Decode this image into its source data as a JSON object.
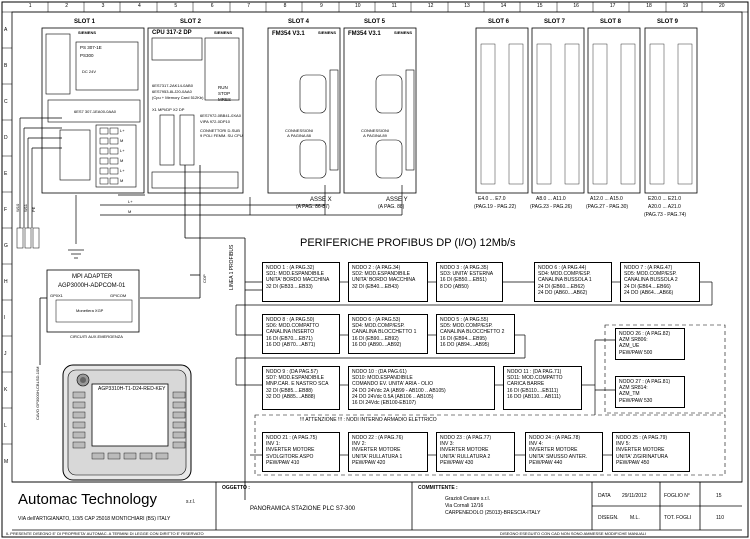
{
  "columns": [
    "1",
    "2",
    "3",
    "4",
    "5",
    "6",
    "7",
    "8",
    "9",
    "10",
    "11",
    "12",
    "13",
    "14",
    "15",
    "16",
    "17",
    "18",
    "19",
    "20"
  ],
  "rows": [
    "A",
    "B",
    "C",
    "D",
    "E",
    "F",
    "G",
    "H",
    "I",
    "J",
    "K",
    "L",
    "M"
  ],
  "slots": {
    "slot1": {
      "title": "SLOT 1",
      "brand": "SIEMENS",
      "model": "PS 307-1E",
      "psu": "PS300",
      "dc": "DC 24V",
      "code": "6ES7 307-1EA00-0AA0"
    },
    "slot2": {
      "title": "SLOT 2",
      "cpu": "CPU 317-2 DP",
      "brand": "SIEMENS",
      "code1": "6ES7317-2AK14-0AB0",
      "code2": "6ES7953-8LJ20-0AA0",
      "mem": "(Cpu + Memory Card 512Kb)",
      "run": "RUN",
      "stop": "STOP",
      "mres": "MRES",
      "x1": "X1 MPI/DP X2 DP",
      "conn_code": "6ES7972-0BB41-0XA0",
      "vipa": "VIPA 972-0DP10",
      "conn_label": "CONNETTORI D-SUB\n9 POLI FEMM. SU CPU"
    },
    "slot4": {
      "title": "SLOT 4",
      "module": "FM354 V3.1",
      "brand": "SIEMENS",
      "conn": "CONNESSIONI\nA PAGINA 88",
      "axis": "ASSE X",
      "axis_page": "(A PAG. 86-87)"
    },
    "slot5": {
      "title": "SLOT 5",
      "module": "FM354 V3.1",
      "brand": "SIEMENS",
      "conn": "CONNESSIONI\nA PAGINA 89",
      "axis": "ASSE Y",
      "axis_page": "(A PAG. 88)"
    },
    "slot6": {
      "title": "SLOT 6",
      "range": "E4.0 ... E7.0",
      "pages": "(PAG.19 - PAG.22)"
    },
    "slot7": {
      "title": "SLOT 7",
      "range": "A8.0 ... A11.0",
      "pages": "(PAG.23 - PAG.26)"
    },
    "slot8": {
      "title": "SLOT 8",
      "range": "A12.0 ... A15.0",
      "pages": "(PAG.27 - PAG.30)"
    },
    "slot9": {
      "title": "SLOT 9",
      "range": "E20.0 ... E21.0",
      "range2": "A20.0 ... A21.0",
      "pages": "(PAG.73 - PAG.74)"
    }
  },
  "profibus_title": "PERIFERICHE PROFIBUS DP (I/O) 12Mb/s",
  "linea_label": "LINEA 1 PROFIBUS",
  "mpi": {
    "title": "MPI ADAPTER",
    "model": "AGP3000H-ADPCOM-01",
    "left_port": "GP0X1",
    "right_port": "GPICOM",
    "cable": "Monetlera XGP",
    "aux": "CIRCUITI AUX.EMERGENZA",
    "cop": "COP"
  },
  "hmi": {
    "model": "AGP3310H-T1-D24-RED-KEY",
    "cable": "CAVO GP3000H-CBLSD-10M"
  },
  "nodes": [
    {
      "text": "NODO 1 : (A PAG.32)\nSD1: MOD.ESPANDIBILE\nUNITA' BORDO MACCHINA\n32 DI (EB33....EB33)"
    },
    {
      "text": "NODO 2 : (A PAG.34)\nSD2: MOD.ESPANDIBILE\nUNITA' BORDO MACCHINA\n32 DI (EB40....EB43)"
    },
    {
      "text": "NODO 3 : (A PAG.35)\nSD3: UNITA' ESTERNA\n16 DI (EB50....EB51)\n8 DO (AB50)"
    },
    {
      "text": "NODO 6 : (A PAG.44)\nSD4: MOD.COMP/ESP.\nCANALINA BUSSOLA 1\n24 DI (EB60....EB62)\n24 DO (AB60....AB62)"
    },
    {
      "text": "NODO 7 : (A PAG.47)\nSD5: MOD.COMP/ESP.\nCANALINA BUSSOLA 2\n24 DI (EB64....EB66)\n24 DO (AB64....AB66)"
    },
    {
      "text": "NODO 8 : (A PAG.50)\nSD6: MOD.COMPATTO\nCANALINA INSERTO\n16 DI (EB70....EB71)\n16 DO (AB70....AB71)"
    },
    {
      "text": "NODO 6 : (A PAG.53)\nSD4: MOD.COMP/ESP.\nCANALINA BLOCCHETTO 1\n16 DI (EB90....EB92)\n16 DO (AB90....AB92)"
    },
    {
      "text": "NODO 5 : (A PAG.55)\nSD5: MOD.COMP/ESP.\nCANALINA BLOCCHETTO 2\n16 DI (EB94....EB95)\n16 DO (AB94....AB95)"
    },
    {
      "text": "NODO 9 : (DA PAG.57)\nSD7: MOD.ESPANDIBILE\nMNP.CAR. E NASTRO SCA\n32 DI (EB85....EB88)\n32 DO (AB85....AB88)"
    },
    {
      "text": "NODO 10 : (DA PAG.61)\nSD10: MOD.ESPANDIBILE\nCOMANDO EV. UNITA' ARIA - OLIO\n24 DO 24Vdc 2A (AB99 - AB100 .. AB105)\n24 DO 24Vdc 0.5A (AB106 .. AB105)\n16 DI 24Vdc (EB100-EB107)"
    },
    {
      "text": "NODO 11 : (DA PAG.71)\nSD11: MOD.COMPATTO\nCARICA BARRE\n16 DI (EB110....EB111)\n16 DO (AB110....AB111)"
    },
    {
      "text": "NODO 26 : (A PAG.82)\nAZM SR806:\nAZM_UE\nPEW/PAW 500"
    },
    {
      "text": "NODO 27 : (A PAG.81)\nAZM SR814:\nAZM_TM\nPEW/PAW 530"
    },
    {
      "text": "NODO 21 : (A PAG.75)\nINV 1:\nINVERTER MOTORE\nSVOLGITORE ASPO\nPEW/PAW 410"
    },
    {
      "text": "NODO 22 : (A PAG.76)\nINV 2:\nINVERTER MOTORE\nUNITA' RULLATURA 1\nPEW/PAW 420"
    },
    {
      "text": "NODO 23 : (A PAG.77)\nINV 3:\nINVERTER MOTORE\nUNITA' RULLATURA 2\nPEW/PAW 430"
    },
    {
      "text": "NODO 24 : (A PAG.78)\nINV 4:\nINVERTER MOTORE\nUNITA' SMUSSO ANTER.\nPEW/PAW 440"
    },
    {
      "text": "NODO 25 : (A PAG.79)\nINV 5:\nINVERTER MOTORE\nUNITA' Z/GIRINATURA\nPEW/PAW 450"
    }
  ],
  "attention": "!!! ATTENZIONE !!! : NODI INTERNO ARMADIO ELETTRICO",
  "terminals": [
    "L+",
    "M",
    "L+",
    "M",
    "L+",
    "M",
    "L+",
    "M"
  ],
  "side_labels": [
    "W10",
    "W11",
    "PE"
  ],
  "titleblock": {
    "company": "Automac Technology",
    "srl": "s.r.l.",
    "address": "VIA dell'ARTIGIANATO, 1/3/5  CAP 25018 MONTICHIARI (BS) ITALY",
    "oggetto_label": "OGGETTO :",
    "oggetto": "PANORAMICA STAZIONE PLC S7-300",
    "committente_label": "COMMITTENTE :",
    "committente": "Grazioli Cesare s.r.l.\nVia Cornali 12/16\nCARPENEDOLO (25013)-BRESCIA-ITALY",
    "data_label": "DATA",
    "data": "29/11/2012",
    "foglio_label": "FOGLIO N°",
    "foglio": "15",
    "disegn_label": "DISEGN.",
    "disegn": "M.L.",
    "tot_label": "TOT. FOGLI",
    "tot": "110",
    "footer_left": "IL PRESENTE DISEGNO E' DI PROPRIETA' AUTOMAC. A TERMINI DI LEGGE CON DIRITTO E' RISERVATO",
    "footer_right": "DISEGNO ESEGUITO CON CAD NON SONO AMMESSE MODIFICHE MANUALI"
  }
}
